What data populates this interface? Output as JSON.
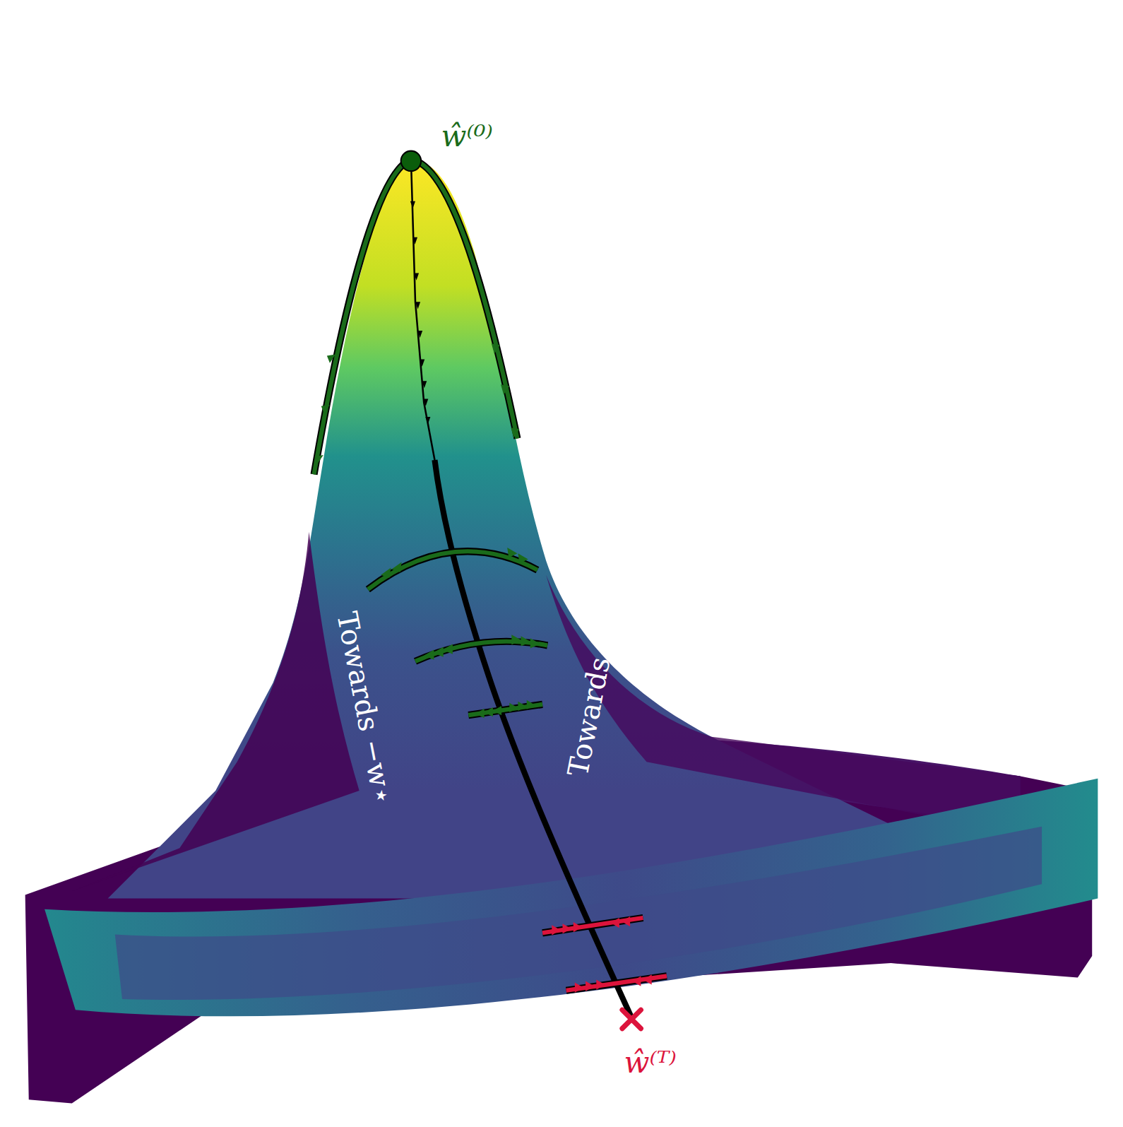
{
  "diagram": {
    "labels": [
      "ŵ⁽⁰⁾",
      "Towards −w⋆",
      "Towards w⋆",
      "ŵ⁽ᵀ⁾"
    ]
  }
}
